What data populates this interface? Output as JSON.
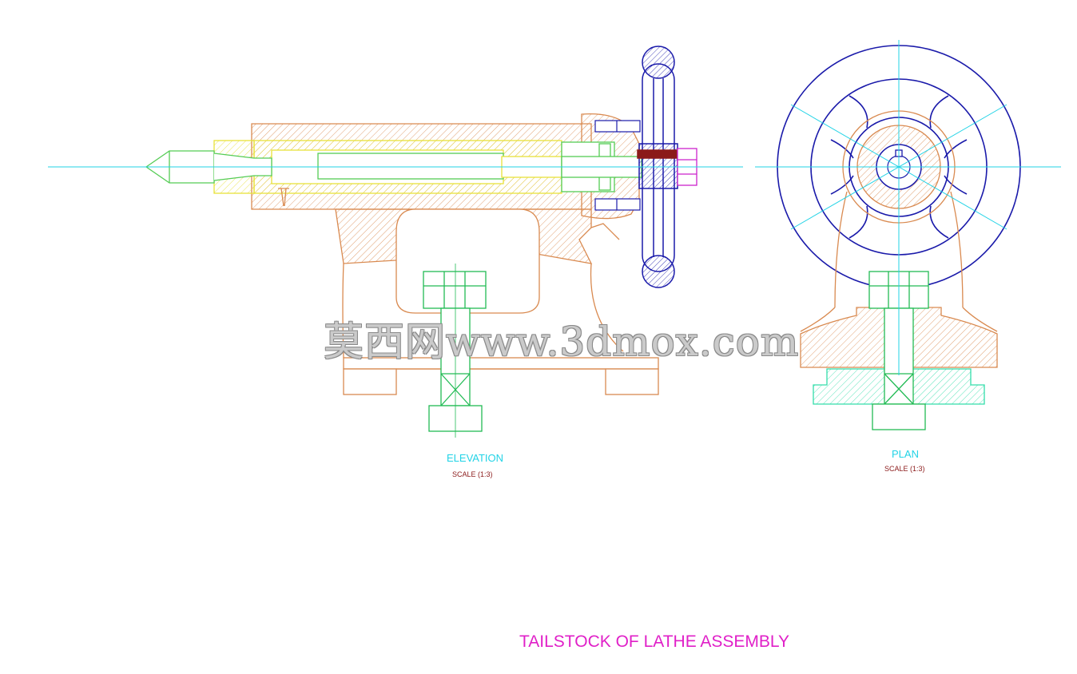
{
  "title": "TAILSTOCK OF LATHE ASSEMBLY",
  "views": [
    {
      "name": "ELEVATION",
      "scale": "SCALE (1:3)"
    },
    {
      "name": "PLAN",
      "scale": "SCALE (1:3)"
    }
  ],
  "watermark": "莫西网www.3dmox.com",
  "colors": {
    "center_line": "#22d3e6",
    "body": "#d98a50",
    "spindle": "#e8e23a",
    "dead_centre": "#55cc55",
    "handwheel": "#1a1aaa",
    "bolt": "#22bb55",
    "nut": "#cc22cc",
    "key": "#8b1a1a",
    "base_plate": "#33ddaa",
    "view_label": "#22d3e6",
    "scale_label": "#8b1a1a",
    "title": "#e020c8"
  }
}
